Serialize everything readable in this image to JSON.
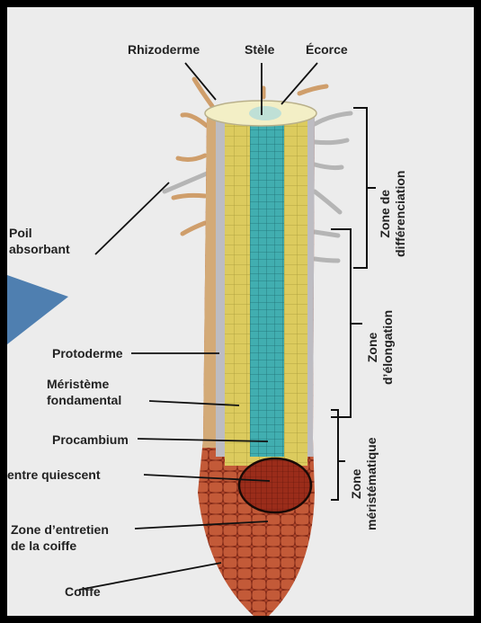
{
  "labels": {
    "rhizoderme": "Rhizoderme",
    "stele": "Stèle",
    "ecorce": "Écorce",
    "poil_line1": "Poil",
    "poil_line2": "absorbant",
    "protoderme": "Protoderme",
    "meristeme_line1": "Méristème",
    "meristeme_line2": "fondamental",
    "procambium": "Procambium",
    "centre_quiescent": "entre quiescent",
    "zone_entretien_line1": "Zone d’entretien",
    "zone_entretien_line2": "de la coiffe",
    "coiffe": "Coiffe"
  },
  "zones": {
    "differenciation_line1": "Zone de",
    "differenciation_line2": "différenciation",
    "elongation_line1": "Zone",
    "elongation_line2": "d’élongation",
    "meristematique_line1": "Zone",
    "meristematique_line2": "méristématique"
  },
  "colors": {
    "background": "#ececec",
    "frame": "#000000",
    "cortex": "#d9c75a",
    "stele": "#3aa7a8",
    "rhizoderm": "#d2aa78",
    "protoderm": "#b9b7bc",
    "cap": "#b0452a",
    "quiescent": "#8d2416",
    "arrow": "#4f7fb0"
  }
}
